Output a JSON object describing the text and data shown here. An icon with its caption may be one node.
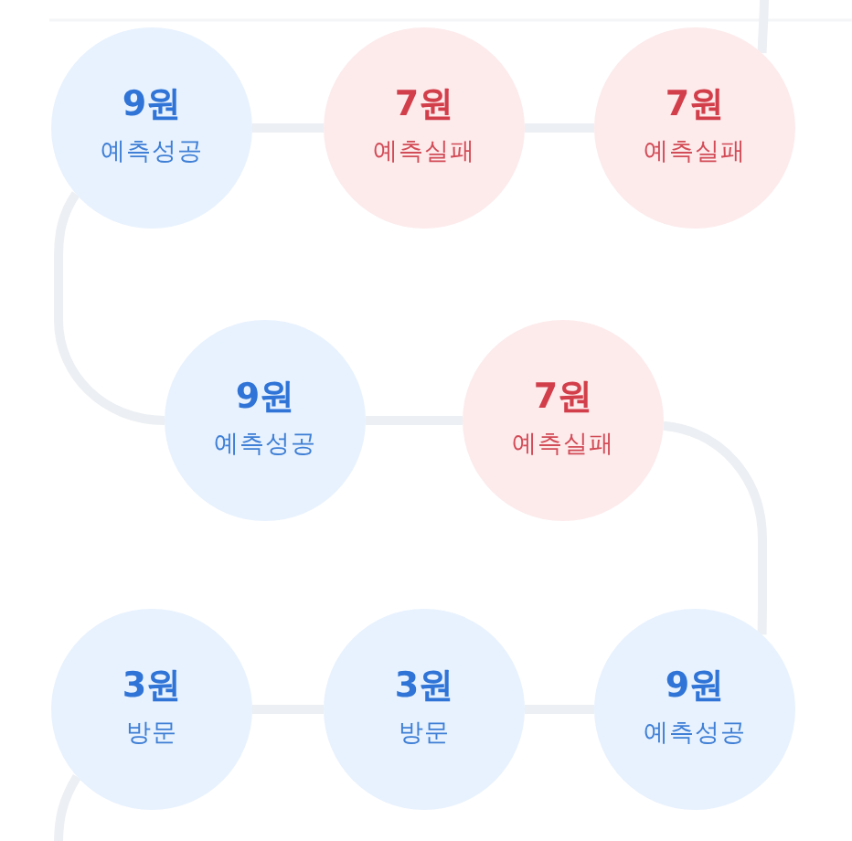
{
  "diagram": {
    "nodes": [
      {
        "text": [
          "9원",
          "예측성공"
        ]
      },
      {
        "text": [
          "7원",
          "예측실패"
        ]
      },
      {
        "text": [
          "7원",
          "예측실패"
        ]
      },
      {
        "text": [
          "9원",
          "예측성공"
        ]
      },
      {
        "text": [
          "7원",
          "예측실패"
        ]
      },
      {
        "text": [
          "3원",
          "방문"
        ]
      },
      {
        "text": [
          "3원",
          "방문"
        ]
      },
      {
        "text": [
          "9원",
          "예측성공"
        ]
      }
    ],
    "edges": [
      {
        "from": 0,
        "to": 1,
        "arrow": "none"
      },
      {
        "from": 1,
        "to": 2,
        "arrow": "none"
      },
      {
        "from": 0,
        "to": 3,
        "arrow": "none"
      },
      {
        "from": 3,
        "to": 4,
        "arrow": "none"
      },
      {
        "from": 4,
        "to": 7,
        "arrow": "none"
      },
      {
        "from": 5,
        "to": 6,
        "arrow": "none"
      },
      {
        "from": 6,
        "to": 7,
        "arrow": "none"
      },
      {
        "from": null,
        "to": 2,
        "arrow": "none"
      },
      {
        "from": 5,
        "to": null,
        "arrow": "none"
      }
    ]
  }
}
